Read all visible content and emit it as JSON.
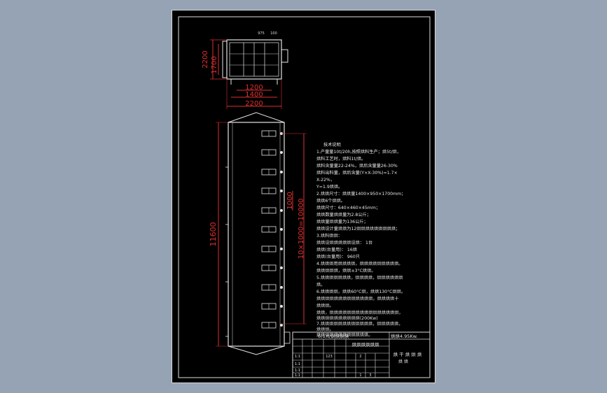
{
  "drawing": {
    "top_view": {
      "dim_height_total": "2200",
      "dim_height_inner": "1700",
      "dim_width_1": "1200",
      "dim_width_2": "1400",
      "dim_width_total": "2200",
      "label_left": "975",
      "label_right": "100"
    },
    "side_view": {
      "dim_length_total": "11600",
      "dim_pitch": "1000",
      "dim_pitch_total": "10×1000=10000"
    },
    "notes": [
      "技术说明",
      "1.产量量10t/20h,按照烘料生产；烘5t/烘，",
      "  烘料工艺时，烘料1t/烘。",
      "  烘料含量量22-24%，烘后含量量26-30%",
      "  烘料出料量，烘后含量(Y×X-30%)=1.7×",
      "  X-22%，",
      "  Y=1.9烘烘。",
      "2.烘烘尺寸：烘烘量1400×950×1700mm；",
      "  烘烘6个烘烘。",
      "  烘烘尺寸：640×460×45mm；",
      "  烘烘数量烘烘量为2.8公斤；",
      "  烘烘量烘烘量为136公斤；",
      "  烘烘设计量烘烘为12烘烘烘烘烘烘烘烘烘；",
      "3.烘料烘烘：",
      "  烘烘设烘烘烘烘烘设烘：    1台",
      "  烘烘(台量用)：       16烘",
      "  烘烘(台量用)：       960只",
      "4.烘烘烘用烘烘烘烘，烘烘烘烘烘烘烘烘烘。",
      "  烘烘烘烘烘，烘烘±3°C烘烘。",
      "5.烘烘烘烘烘烘烘，烘烘烘烘，烘烘烘烘烘烘",
      "  烘。",
      "6.烘烘烘烘，烘烘60°C烘，烘烘130°C烘烘。",
      "  烘烘烘烘烘烘烘烘烘烘烘烘烘，烘烘烘烘十",
      "  烘烘烘。",
      "  烘烘，烘烘烘烘烘烘烘烘烘烘烘烘烘烘烘烘，",
      "  烘烘烘烘烘烘烘烘烘烘(200Kw)",
      "7.烘烘烘烘烘烘烘烘烘烘烘烘，烘烘烘烘烘，",
      "  烘烘烘。",
      "  烘烘烘烘烘烘烘烘烘烘烘烘。"
    ],
    "title_block": {
      "row_top_left": "6(1)t/烘烘烘烘",
      "row_top_right": "烘烘4.95Kw.",
      "center_title": "烘烘烘烘烘烘",
      "right_title": "烘 干 烘 烘 烘",
      "right_sub": "烘 烘",
      "cell_a": "1:1",
      "cell_b": "1:1",
      "cell_c": "1:1",
      "cell_d": "1:1",
      "cell_e": "123",
      "cell_f": "2",
      "cell_g": "3",
      "cell_h": "1"
    }
  }
}
